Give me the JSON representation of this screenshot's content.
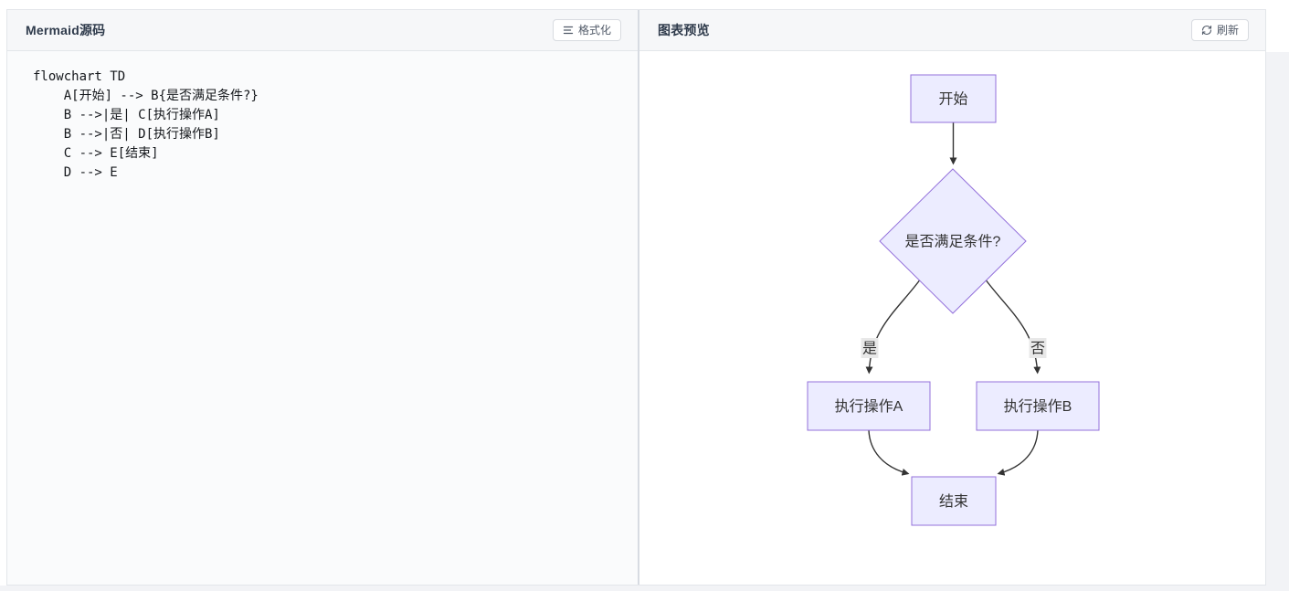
{
  "source_panel": {
    "title": "Mermaid源码",
    "format_button_label": "格式化",
    "code": "flowchart TD\n    A[开始] --> B{是否满足条件?}\n    B -->|是| C[执行操作A]\n    B -->|否| D[执行操作B]\n    C --> E[结束]\n    D --> E"
  },
  "preview_panel": {
    "title": "图表预览",
    "refresh_button_label": "刷新"
  },
  "diagram": {
    "type": "flowchart",
    "direction": "TD",
    "nodes": [
      {
        "id": "A",
        "label": "开始",
        "shape": "rect"
      },
      {
        "id": "B",
        "label": "是否满足条件?",
        "shape": "diamond"
      },
      {
        "id": "C",
        "label": "执行操作A",
        "shape": "rect"
      },
      {
        "id": "D",
        "label": "执行操作B",
        "shape": "rect"
      },
      {
        "id": "E",
        "label": "结束",
        "shape": "rect"
      }
    ],
    "edges": [
      {
        "from": "A",
        "to": "B",
        "label": ""
      },
      {
        "from": "B",
        "to": "C",
        "label": "是"
      },
      {
        "from": "B",
        "to": "D",
        "label": "否"
      },
      {
        "from": "C",
        "to": "E",
        "label": ""
      },
      {
        "from": "D",
        "to": "E",
        "label": ""
      }
    ],
    "colors": {
      "node_fill": "#ECECFF",
      "node_border": "#9370DB",
      "edge": "#333333",
      "edge_label_bg": "#e8e8e8",
      "node_text": "#333333"
    }
  }
}
